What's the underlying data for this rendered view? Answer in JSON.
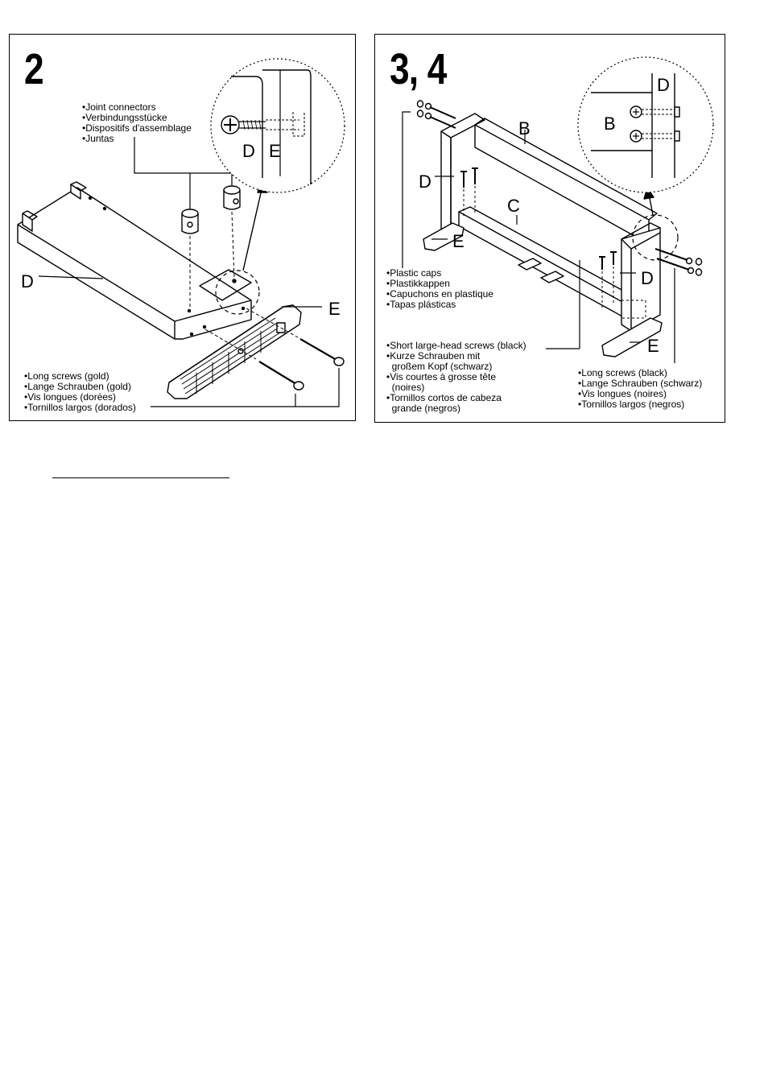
{
  "panel2": {
    "step": "2",
    "connectors_label": [
      "•Joint connectors",
      "•Verbindungsstücke",
      "•Dispositifs d'assemblage",
      "•Juntas"
    ],
    "screws_label": [
      "•Long screws (gold)",
      "•Lange Schrauben (gold)",
      "•Vis longues (dorées)",
      "•Tornillos largos (dorados)"
    ],
    "part_d": "D",
    "part_e": "E",
    "detail_d": "D",
    "detail_e": "E"
  },
  "panel34": {
    "step": "3, 4",
    "caps_label": [
      "•Plastic caps",
      "•Plastikkappen",
      "•Capuchons en plastique",
      "•Tapas plásticas"
    ],
    "short_screws_label": [
      "•Short large-head screws (black)",
      "•Kurze Schrauben mit",
      "  großem Kopf (schwarz)",
      "•Vis courtes à grosse tête",
      "  (noires)",
      "•Tornillos cortos de cabeza",
      "  grande (negros)"
    ],
    "long_screws_label": [
      "•Long screws (black)",
      "•Lange Schrauben (schwarz)",
      "•Vis longues (noires)",
      "•Tornillos largos (negros)"
    ],
    "part_b": "B",
    "part_c": "C",
    "part_d_left": "D",
    "part_d_right": "D",
    "part_e_left": "E",
    "part_e_right": "E",
    "detail_d": "D",
    "detail_b": "B"
  }
}
